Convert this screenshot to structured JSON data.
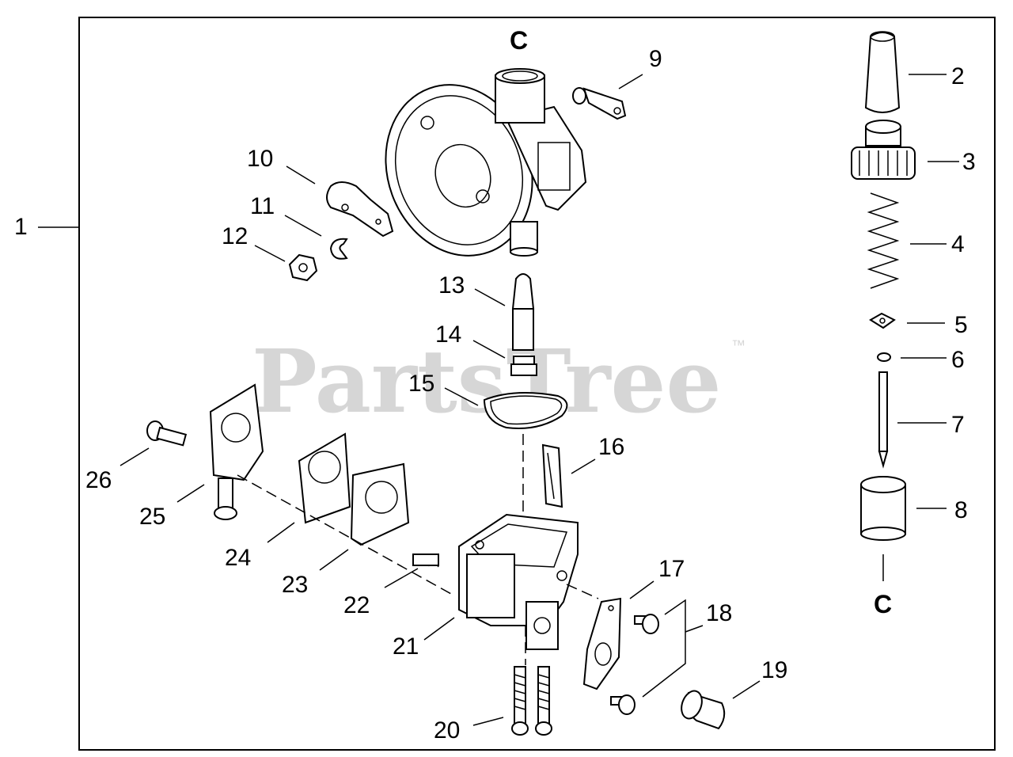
{
  "watermark": {
    "text": "PartsTree",
    "trademark": "™"
  },
  "connector_labels": [
    "C",
    "C"
  ],
  "parts": [
    {
      "number": "1"
    },
    {
      "number": "2"
    },
    {
      "number": "3"
    },
    {
      "number": "4"
    },
    {
      "number": "5"
    },
    {
      "number": "6"
    },
    {
      "number": "7"
    },
    {
      "number": "8"
    },
    {
      "number": "9"
    },
    {
      "number": "10"
    },
    {
      "number": "11"
    },
    {
      "number": "12"
    },
    {
      "number": "13"
    },
    {
      "number": "14"
    },
    {
      "number": "15"
    },
    {
      "number": "16"
    },
    {
      "number": "17"
    },
    {
      "number": "18"
    },
    {
      "number": "19"
    },
    {
      "number": "20"
    },
    {
      "number": "21"
    },
    {
      "number": "22"
    },
    {
      "number": "23"
    },
    {
      "number": "24"
    },
    {
      "number": "25"
    },
    {
      "number": "26"
    }
  ]
}
